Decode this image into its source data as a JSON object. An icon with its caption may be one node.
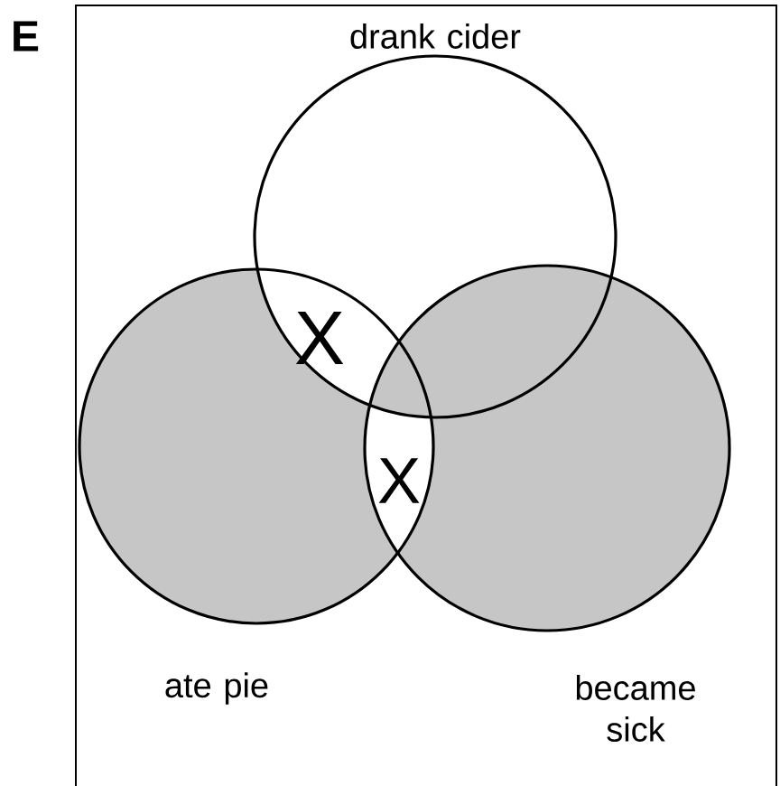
{
  "diagram": {
    "nodes": [
      {
        "text": [
          "drank cider"
        ]
      },
      {
        "text": [
          "ate pie"
        ]
      },
      {
        "text": [
          "became sick"
        ]
      }
    ],
    "labels": [
      "E",
      "X",
      "X"
    ]
  }
}
